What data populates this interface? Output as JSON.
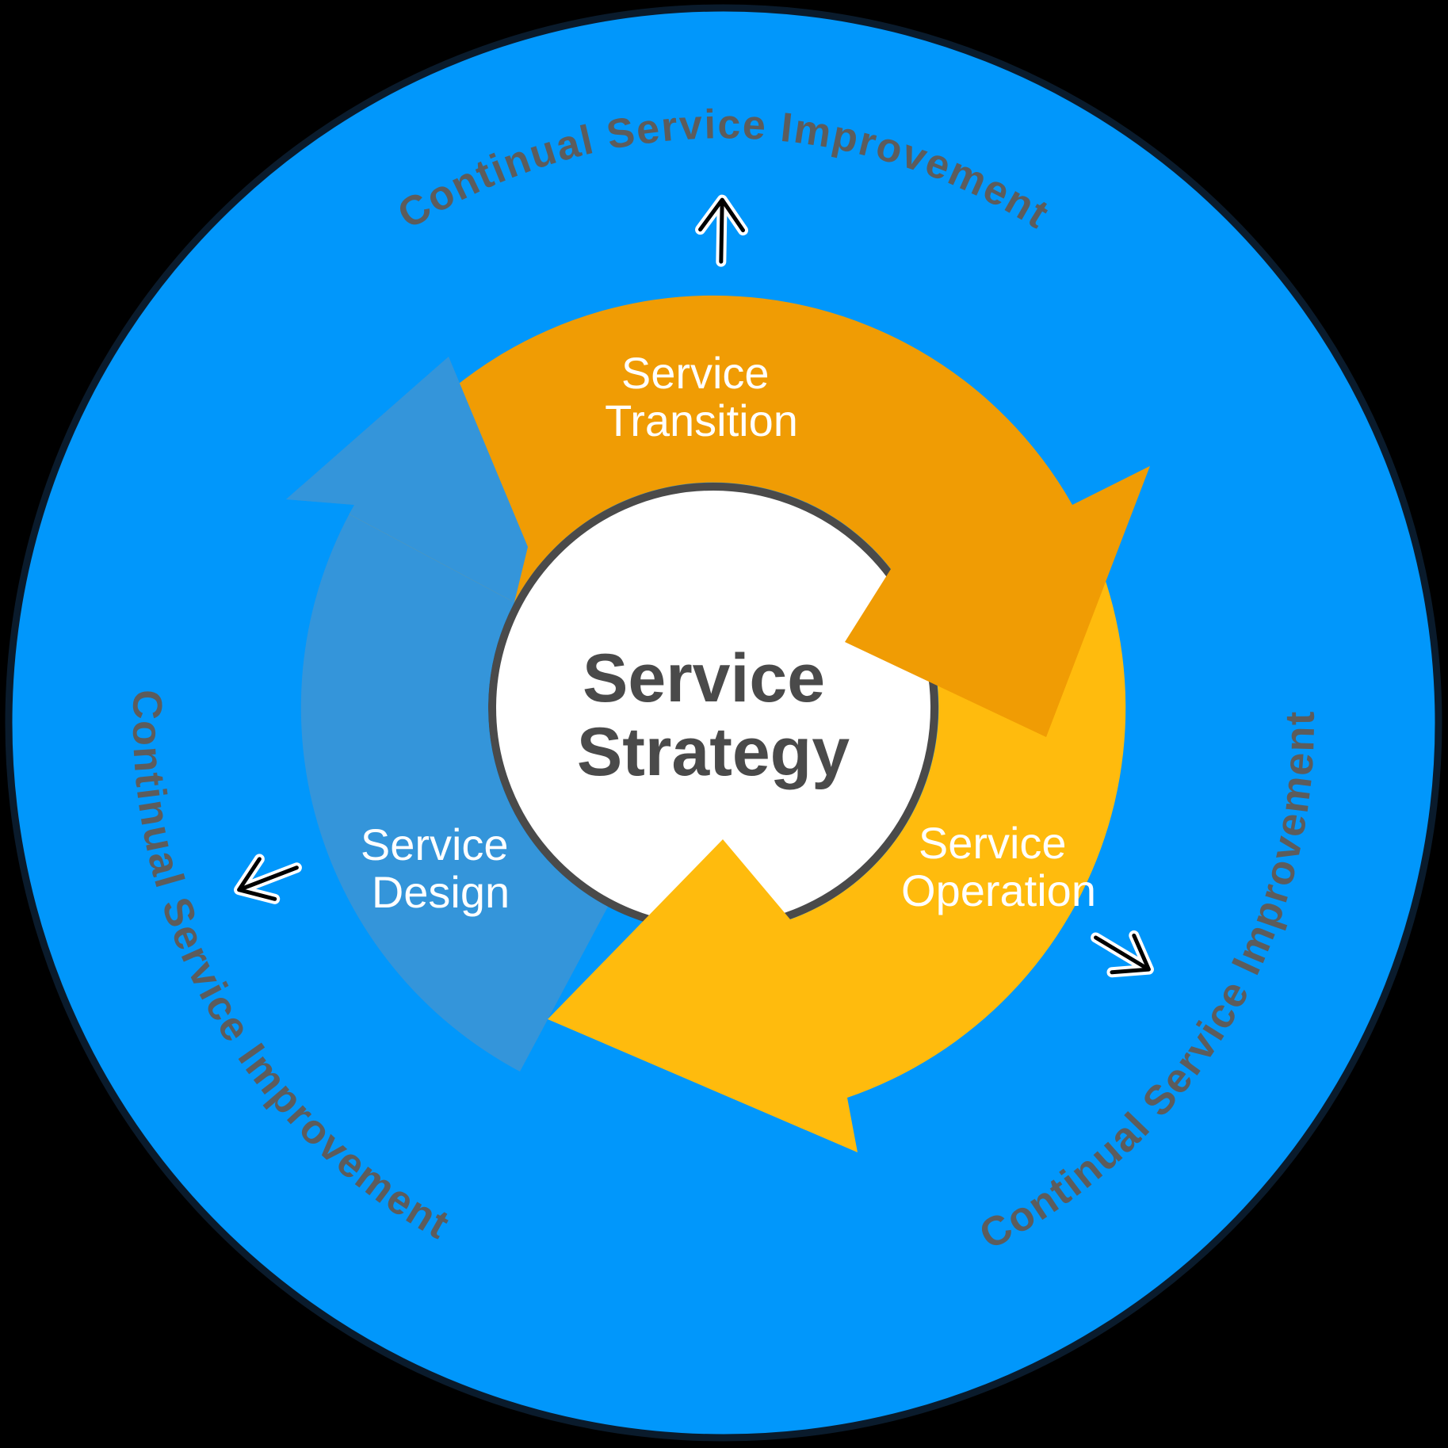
{
  "diagram": {
    "title_semantic": "ITIL Service Lifecycle",
    "center": {
      "line1": "Service",
      "line2": "Strategy"
    },
    "segments": {
      "transition": {
        "line1": "Service",
        "line2": "Transition"
      },
      "design": {
        "line1": "Service",
        "line2": "Design"
      },
      "operation": {
        "line1": "Service",
        "line2": "Operation"
      }
    },
    "ring_labels": {
      "top": "Continual Service Improvement",
      "bottom_left": "Continual Service Improvement",
      "bottom_right": "Continual Service Improvement"
    },
    "colors": {
      "background": "#000000",
      "outer_ring": "#0197FB",
      "outer_ring_edge": "#0A1B2C",
      "design_blue": "#3495DA",
      "transition_orange": "#F09C04",
      "operation_yellow": "#FFBB0D",
      "center_fill": "#FFFFFF",
      "center_stroke": "#4A4A4A",
      "center_text": "#4A4A4A",
      "ring_text": "#5C5C5C",
      "segment_label_text": "#FFFFFF",
      "direction_arrow": "#000000",
      "direction_arrow_outline": "#FFFFFF"
    }
  }
}
